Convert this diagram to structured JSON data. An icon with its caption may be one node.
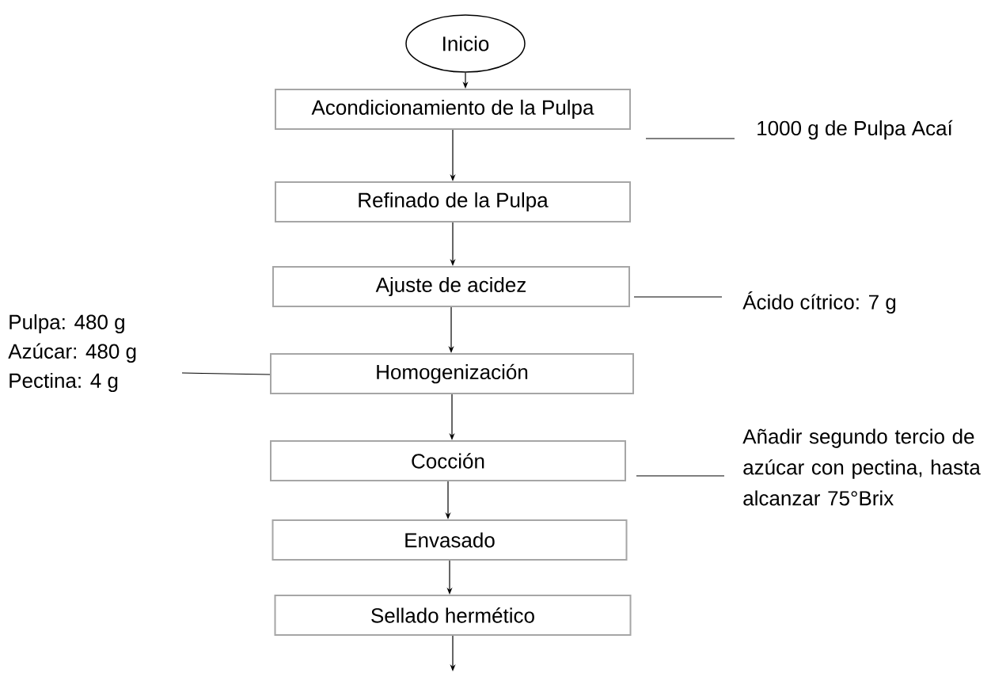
{
  "diagram": {
    "nodes": [
      {
        "text": [
          "Inicio"
        ]
      },
      {
        "text": [
          "Acondicionamiento de la Pulpa"
        ]
      },
      {
        "text": [
          "Refinado de la Pulpa"
        ]
      },
      {
        "text": [
          "Ajuste de acidez"
        ]
      },
      {
        "text": [
          "Homogenización"
        ]
      },
      {
        "text": [
          "Cocción"
        ]
      },
      {
        "text": [
          "Envasado"
        ]
      },
      {
        "text": [
          "Sellado hermético"
        ]
      },
      {
        "text": [
          "1000 g de Pulpa Acaí"
        ]
      },
      {
        "text": [
          "Ácido cítrico: 7 g"
        ]
      },
      {
        "text": [
          "Pulpa: 480 g",
          "Azúcar: 480 g",
          "Pectina: 4 g"
        ]
      },
      {
        "text": [
          "Añadir segundo tercio de azúcar con pectina, hasta alcanzar 75°Brix"
        ]
      }
    ],
    "edges": [
      {
        "from": 0,
        "to": 1,
        "arrow": "to"
      },
      {
        "from": 1,
        "to": 2,
        "arrow": "to"
      },
      {
        "from": 2,
        "to": 3,
        "arrow": "to"
      },
      {
        "from": 3,
        "to": 4,
        "arrow": "to"
      },
      {
        "from": 4,
        "to": 5,
        "arrow": "to"
      },
      {
        "from": 5,
        "to": 6,
        "arrow": "to"
      },
      {
        "from": 6,
        "to": 7,
        "arrow": "to"
      },
      {
        "from": 7,
        "to": null,
        "arrow": "to"
      },
      {
        "from": 8,
        "to": 1,
        "arrow": "none"
      },
      {
        "from": 9,
        "to": 3,
        "arrow": "none"
      },
      {
        "from": 10,
        "to": 4,
        "arrow": "none"
      },
      {
        "from": 11,
        "to": 5,
        "arrow": "none"
      }
    ]
  }
}
